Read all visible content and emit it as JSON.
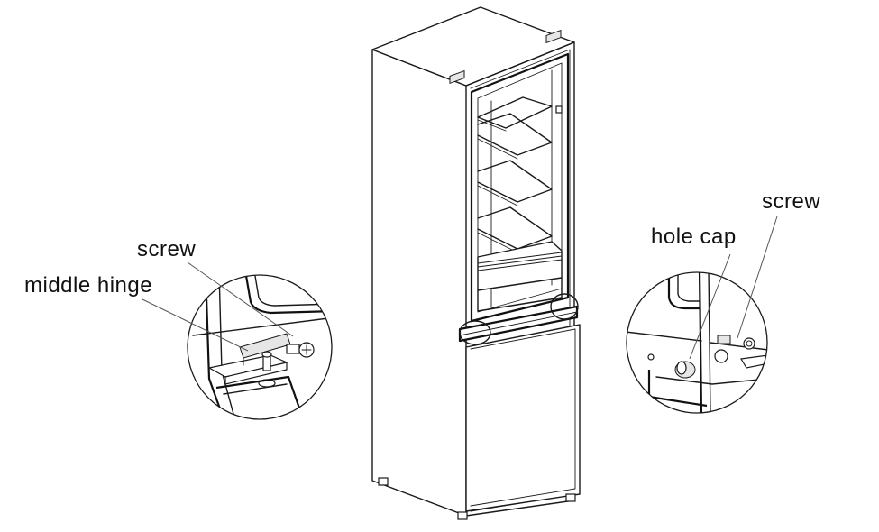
{
  "labels": {
    "left_screw": "screw",
    "middle_hinge": "middle hinge",
    "hole_cap": "hole cap",
    "right_screw": "screw"
  }
}
